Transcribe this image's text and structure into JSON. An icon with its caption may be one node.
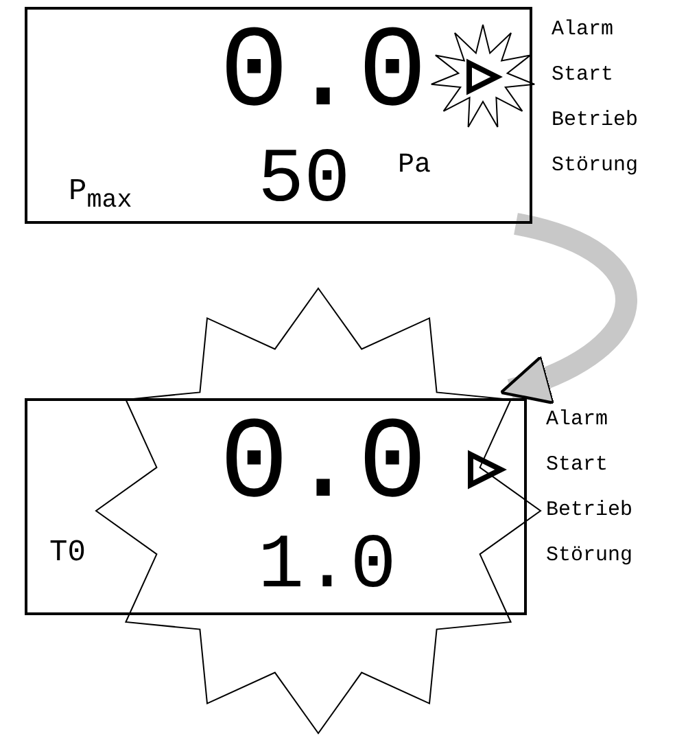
{
  "diagram": {
    "nodes": [
      {
        "text": [
          "0.0",
          "P$_{max}$",
          "50",
          "Pa"
        ]
      },
      {
        "text": [
          "0.0",
          "T0",
          "1.0"
        ]
      }
    ],
    "edges": [
      {
        "from": 0,
        "to": 1,
        "arrow": "to"
      }
    ],
    "labels": [
      "Alarm",
      "Start",
      "Betrieb",
      "Störung",
      "Alarm",
      "Start",
      "Betrieb",
      "Störung"
    ]
  }
}
